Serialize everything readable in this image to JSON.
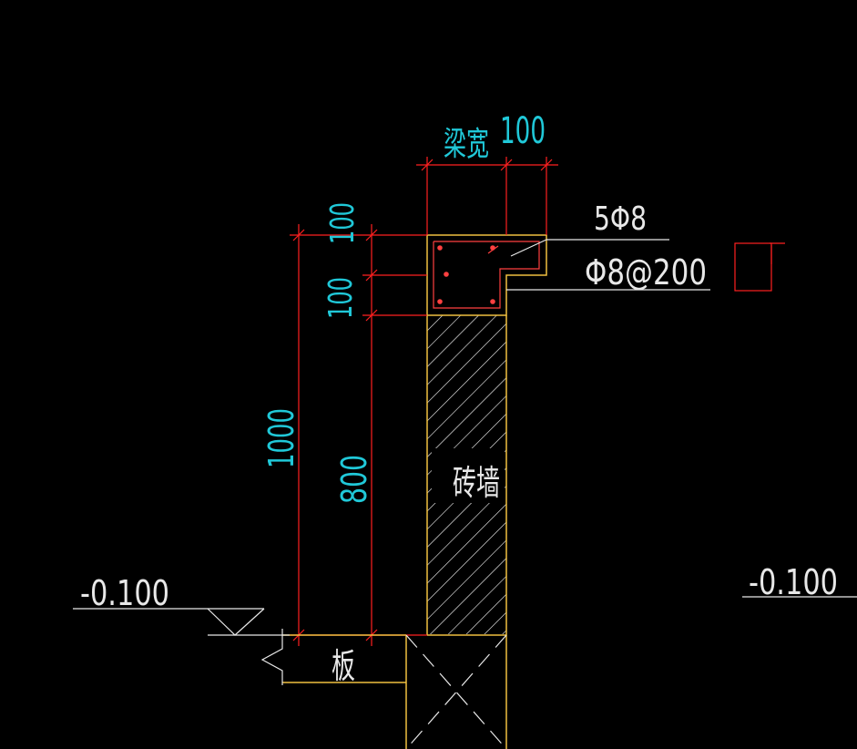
{
  "colors": {
    "background": "#000000",
    "dimension": "#ff2020",
    "dimension_text": "#20c8d8",
    "outline": "#f0c040",
    "white": "#e8e8e8",
    "hatch": "#ffffff",
    "rebar_leader": "#ff4040"
  },
  "labels": {
    "beam_width": "梁宽",
    "dim_100_top": "100",
    "dim_100_a": "100",
    "dim_100_b": "100",
    "dim_1000": "1000",
    "dim_800": "800",
    "rebar_long": "5Φ8",
    "rebar_stirrup": "Φ8@200",
    "brick_wall": "砖墙",
    "slab": "板",
    "elevation_left": "-0.100",
    "elevation_right": "-0.100"
  }
}
